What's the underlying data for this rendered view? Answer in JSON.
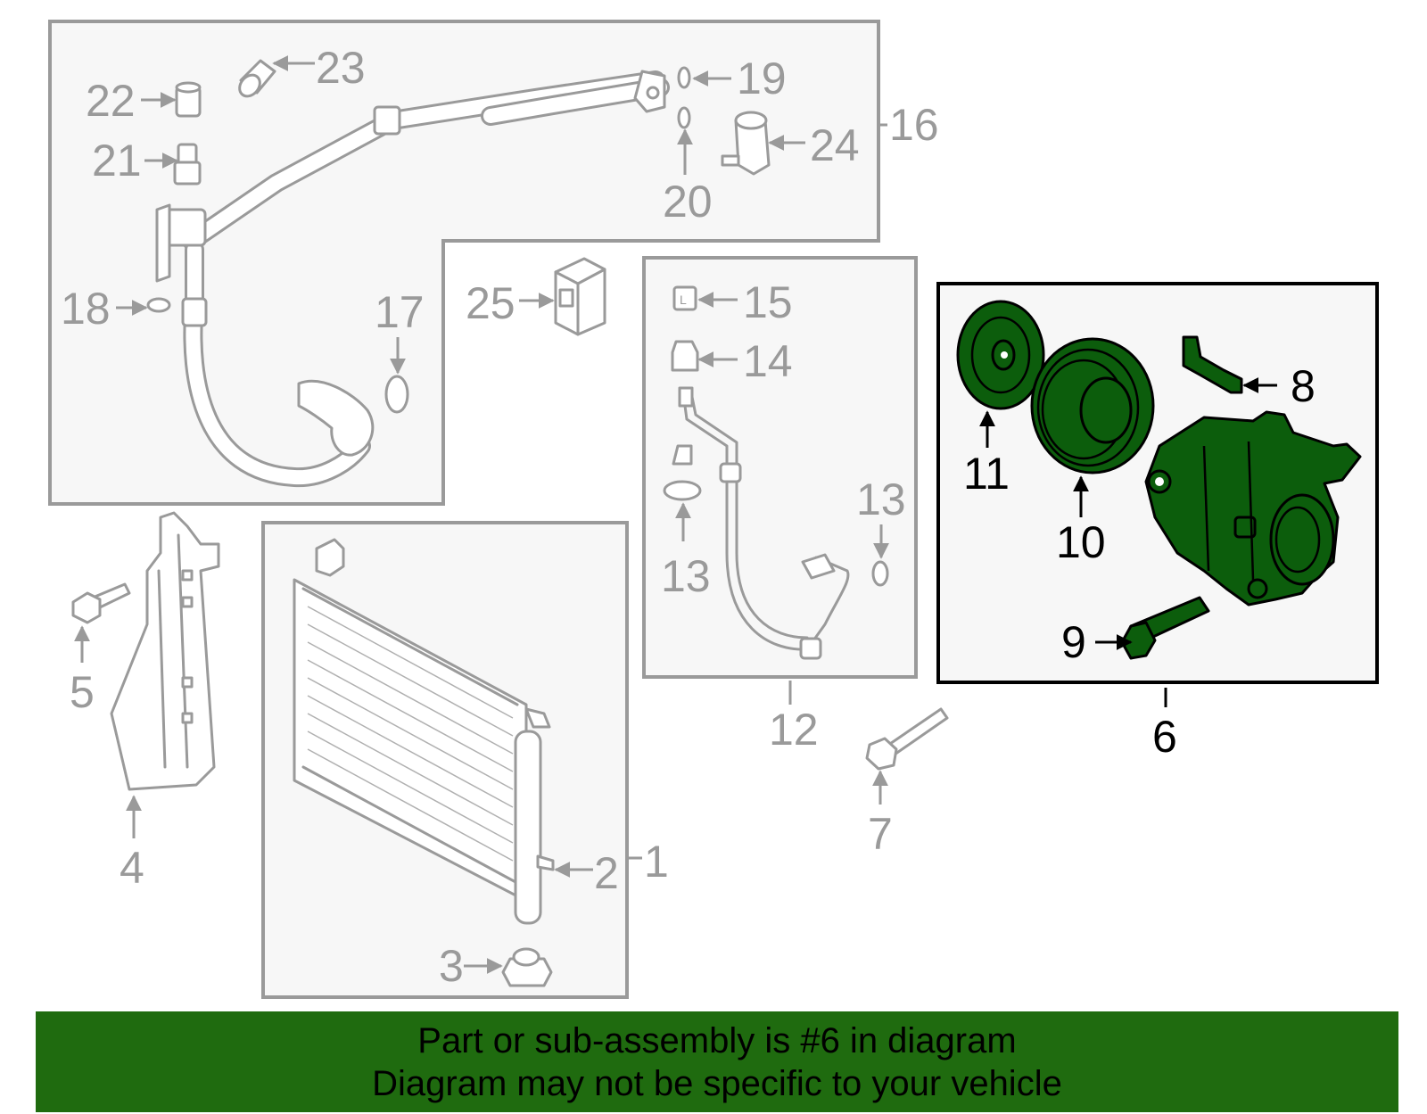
{
  "labels": {
    "l1": "1",
    "l2": "2",
    "l3": "3",
    "l4": "4",
    "l5": "5",
    "l6": "6",
    "l7": "7",
    "l8": "8",
    "l9": "9",
    "l10": "10",
    "l11": "11",
    "l12": "12",
    "l13a": "13",
    "l13b": "13",
    "l14": "14",
    "l15": "15",
    "l16": "16",
    "l17": "17",
    "l18": "18",
    "l19": "19",
    "l20": "20",
    "l21": "21",
    "l22": "22",
    "l23": "23",
    "l24": "24",
    "l25": "25"
  },
  "highlight": {
    "part": "6",
    "color": "#0c5d0c"
  },
  "banner": {
    "line1": "Part or sub-assembly is #6 in diagram",
    "line2": "Diagram may not be specific to your vehicle",
    "background": "#1f6b0f"
  },
  "colors": {
    "linework": "#9a9a9a",
    "highlight_box": "#000000"
  }
}
